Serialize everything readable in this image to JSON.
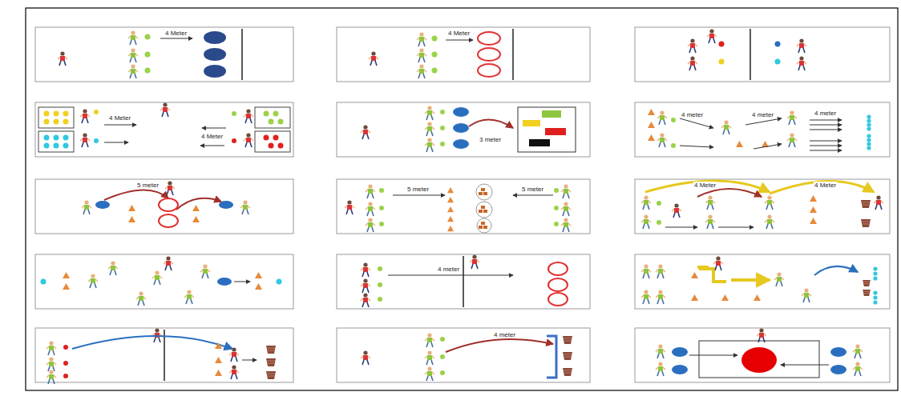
{
  "diagram": {
    "labels": [
      "4 Meter",
      "4 Meter",
      "4 Meter",
      "4 Meter",
      "3 meter",
      "4 meter",
      "4 meter",
      "4 meter",
      "5 meter",
      "5 meter",
      "5 meter",
      "4 Meter",
      "4 Meter",
      "4 meter",
      "4 meter"
    ]
  }
}
